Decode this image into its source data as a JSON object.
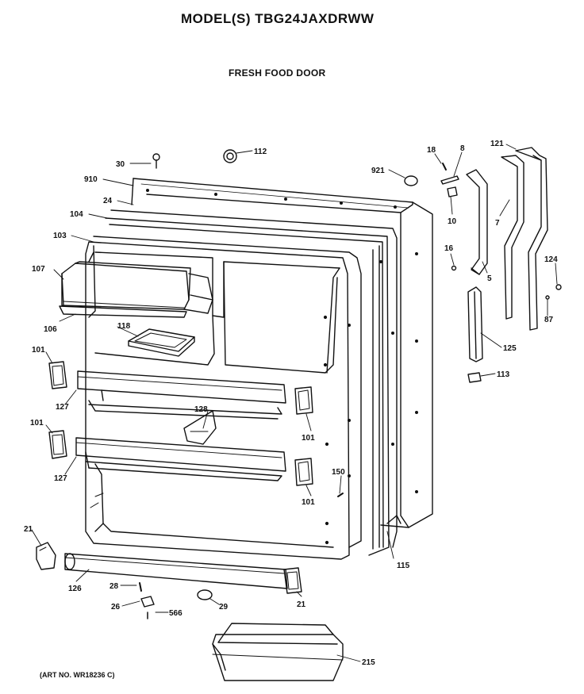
{
  "header": {
    "model_title": "MODEL(S) TBG24JAXDRWW",
    "section_title": "FRESH FOOD DOOR"
  },
  "footer": {
    "art_no": "(ART NO. WR18236 C)"
  },
  "callouts": [
    "30",
    "112",
    "910",
    "24",
    "104",
    "103",
    "107",
    "106",
    "118",
    "101",
    "127",
    "128",
    "101",
    "101",
    "127",
    "101",
    "150",
    "21",
    "126",
    "28",
    "26",
    "566",
    "29",
    "21",
    "215",
    "115",
    "921",
    "18",
    "8",
    "10",
    "16",
    "5",
    "121",
    "7",
    "124",
    "87",
    "125",
    "113"
  ]
}
